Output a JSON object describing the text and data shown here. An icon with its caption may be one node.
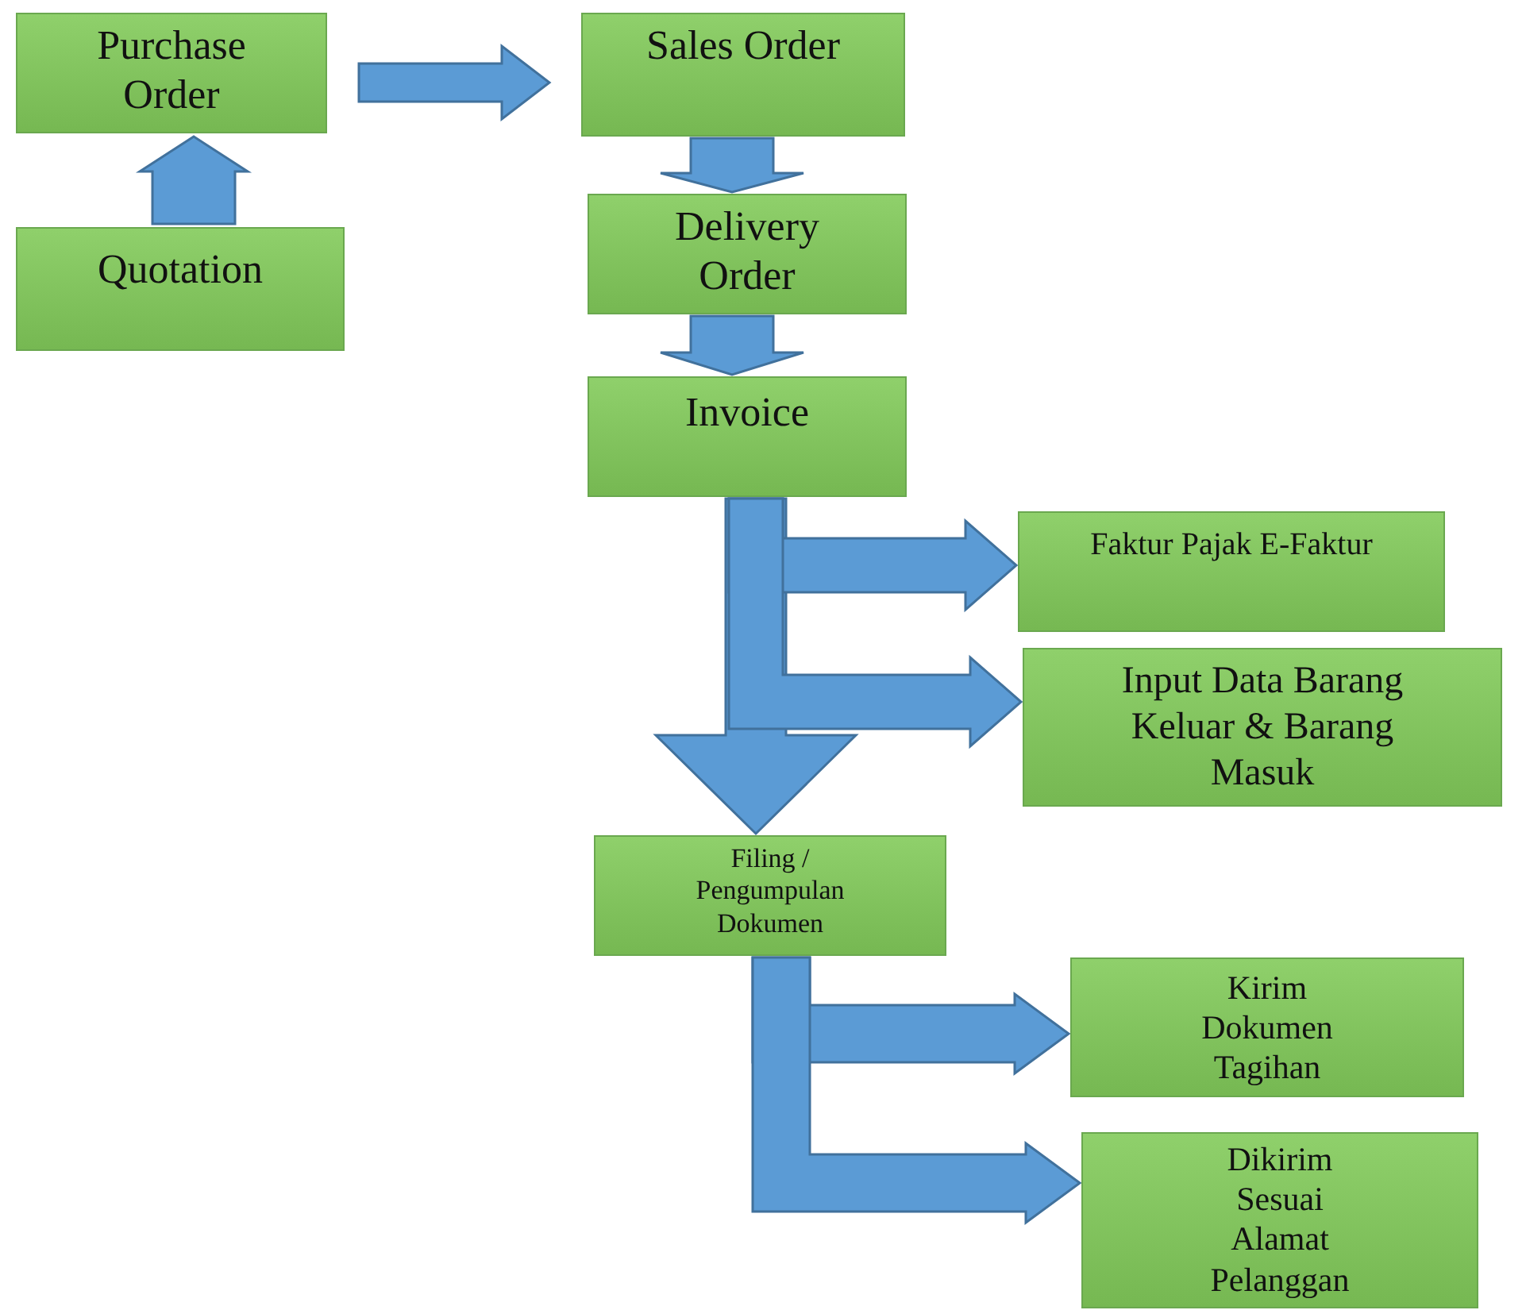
{
  "diagram": {
    "nodes": [
      {
        "text": [
          "Purchase Order"
        ]
      },
      {
        "text": [
          "Sales Order"
        ]
      },
      {
        "text": [
          "Quotation"
        ]
      },
      {
        "text": [
          "Delivery Order"
        ]
      },
      {
        "text": [
          "Invoice"
        ]
      },
      {
        "text": [
          "Faktur Pajak E-Faktur"
        ]
      },
      {
        "text": [
          "Input Data Barang Keluar & Barang Masuk"
        ]
      },
      {
        "text": [
          "Filing / Pengumpulan Dokumen"
        ]
      },
      {
        "text": [
          "Kirim Dokumen Tagihan"
        ]
      },
      {
        "text": [
          "Dikirim Sesuai Alamat Pelanggan"
        ]
      }
    ],
    "edges": [
      {
        "from": 0,
        "to": 1,
        "arrow": "to"
      },
      {
        "from": 2,
        "to": 0,
        "arrow": "to"
      },
      {
        "from": 1,
        "to": 3,
        "arrow": "to"
      },
      {
        "from": 3,
        "to": 4,
        "arrow": "to"
      },
      {
        "from": 4,
        "to": 7,
        "arrow": "to"
      },
      {
        "from": 4,
        "to": 5,
        "arrow": "to"
      },
      {
        "from": 4,
        "to": 6,
        "arrow": "to"
      },
      {
        "from": 7,
        "to": 8,
        "arrow": "to"
      },
      {
        "from": 7,
        "to": 9,
        "arrow": "to"
      }
    ]
  }
}
